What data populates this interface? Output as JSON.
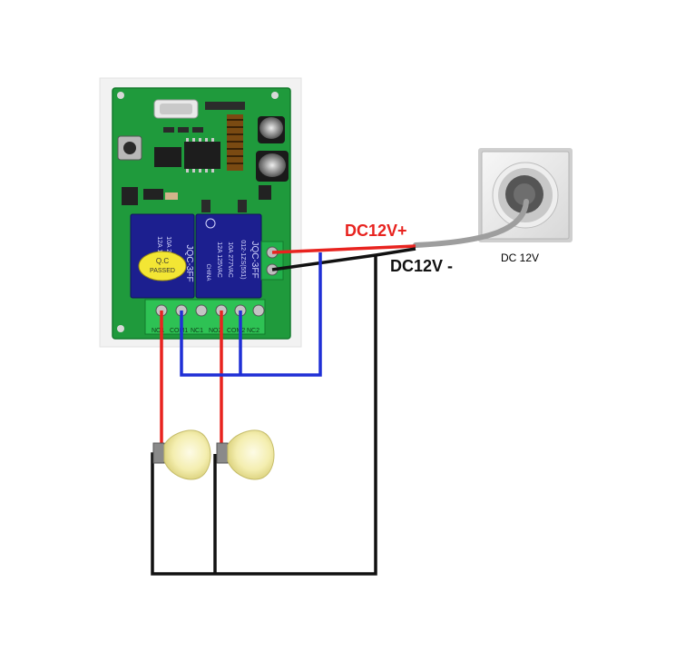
{
  "labels": {
    "dc_positive": "DC12V+",
    "dc_negative": "DC12V -",
    "socket_label": "DC 12V"
  },
  "board": {
    "relay_print": "JQC-3FF",
    "relay_spec_1": "012-1ZS(551)",
    "relay_spec_2": "10A 277VAC",
    "relay_spec_3": "12A 125VAC",
    "relay_brand": "CHINA",
    "qc_line_1": "Q.C",
    "qc_line_2": "PASSED",
    "terminals": [
      "NO1",
      "COM1",
      "NC1",
      "NO2",
      "COM2",
      "NC2"
    ]
  },
  "colors": {
    "positive_wire": "#e8231f",
    "negative_wire": "#111111",
    "common_wire": "#1f2fd6",
    "pcb": "#1f9a3c",
    "relay": "#1c1f8f",
    "label_positive": "#e8231f",
    "label_negative": "#111111"
  }
}
